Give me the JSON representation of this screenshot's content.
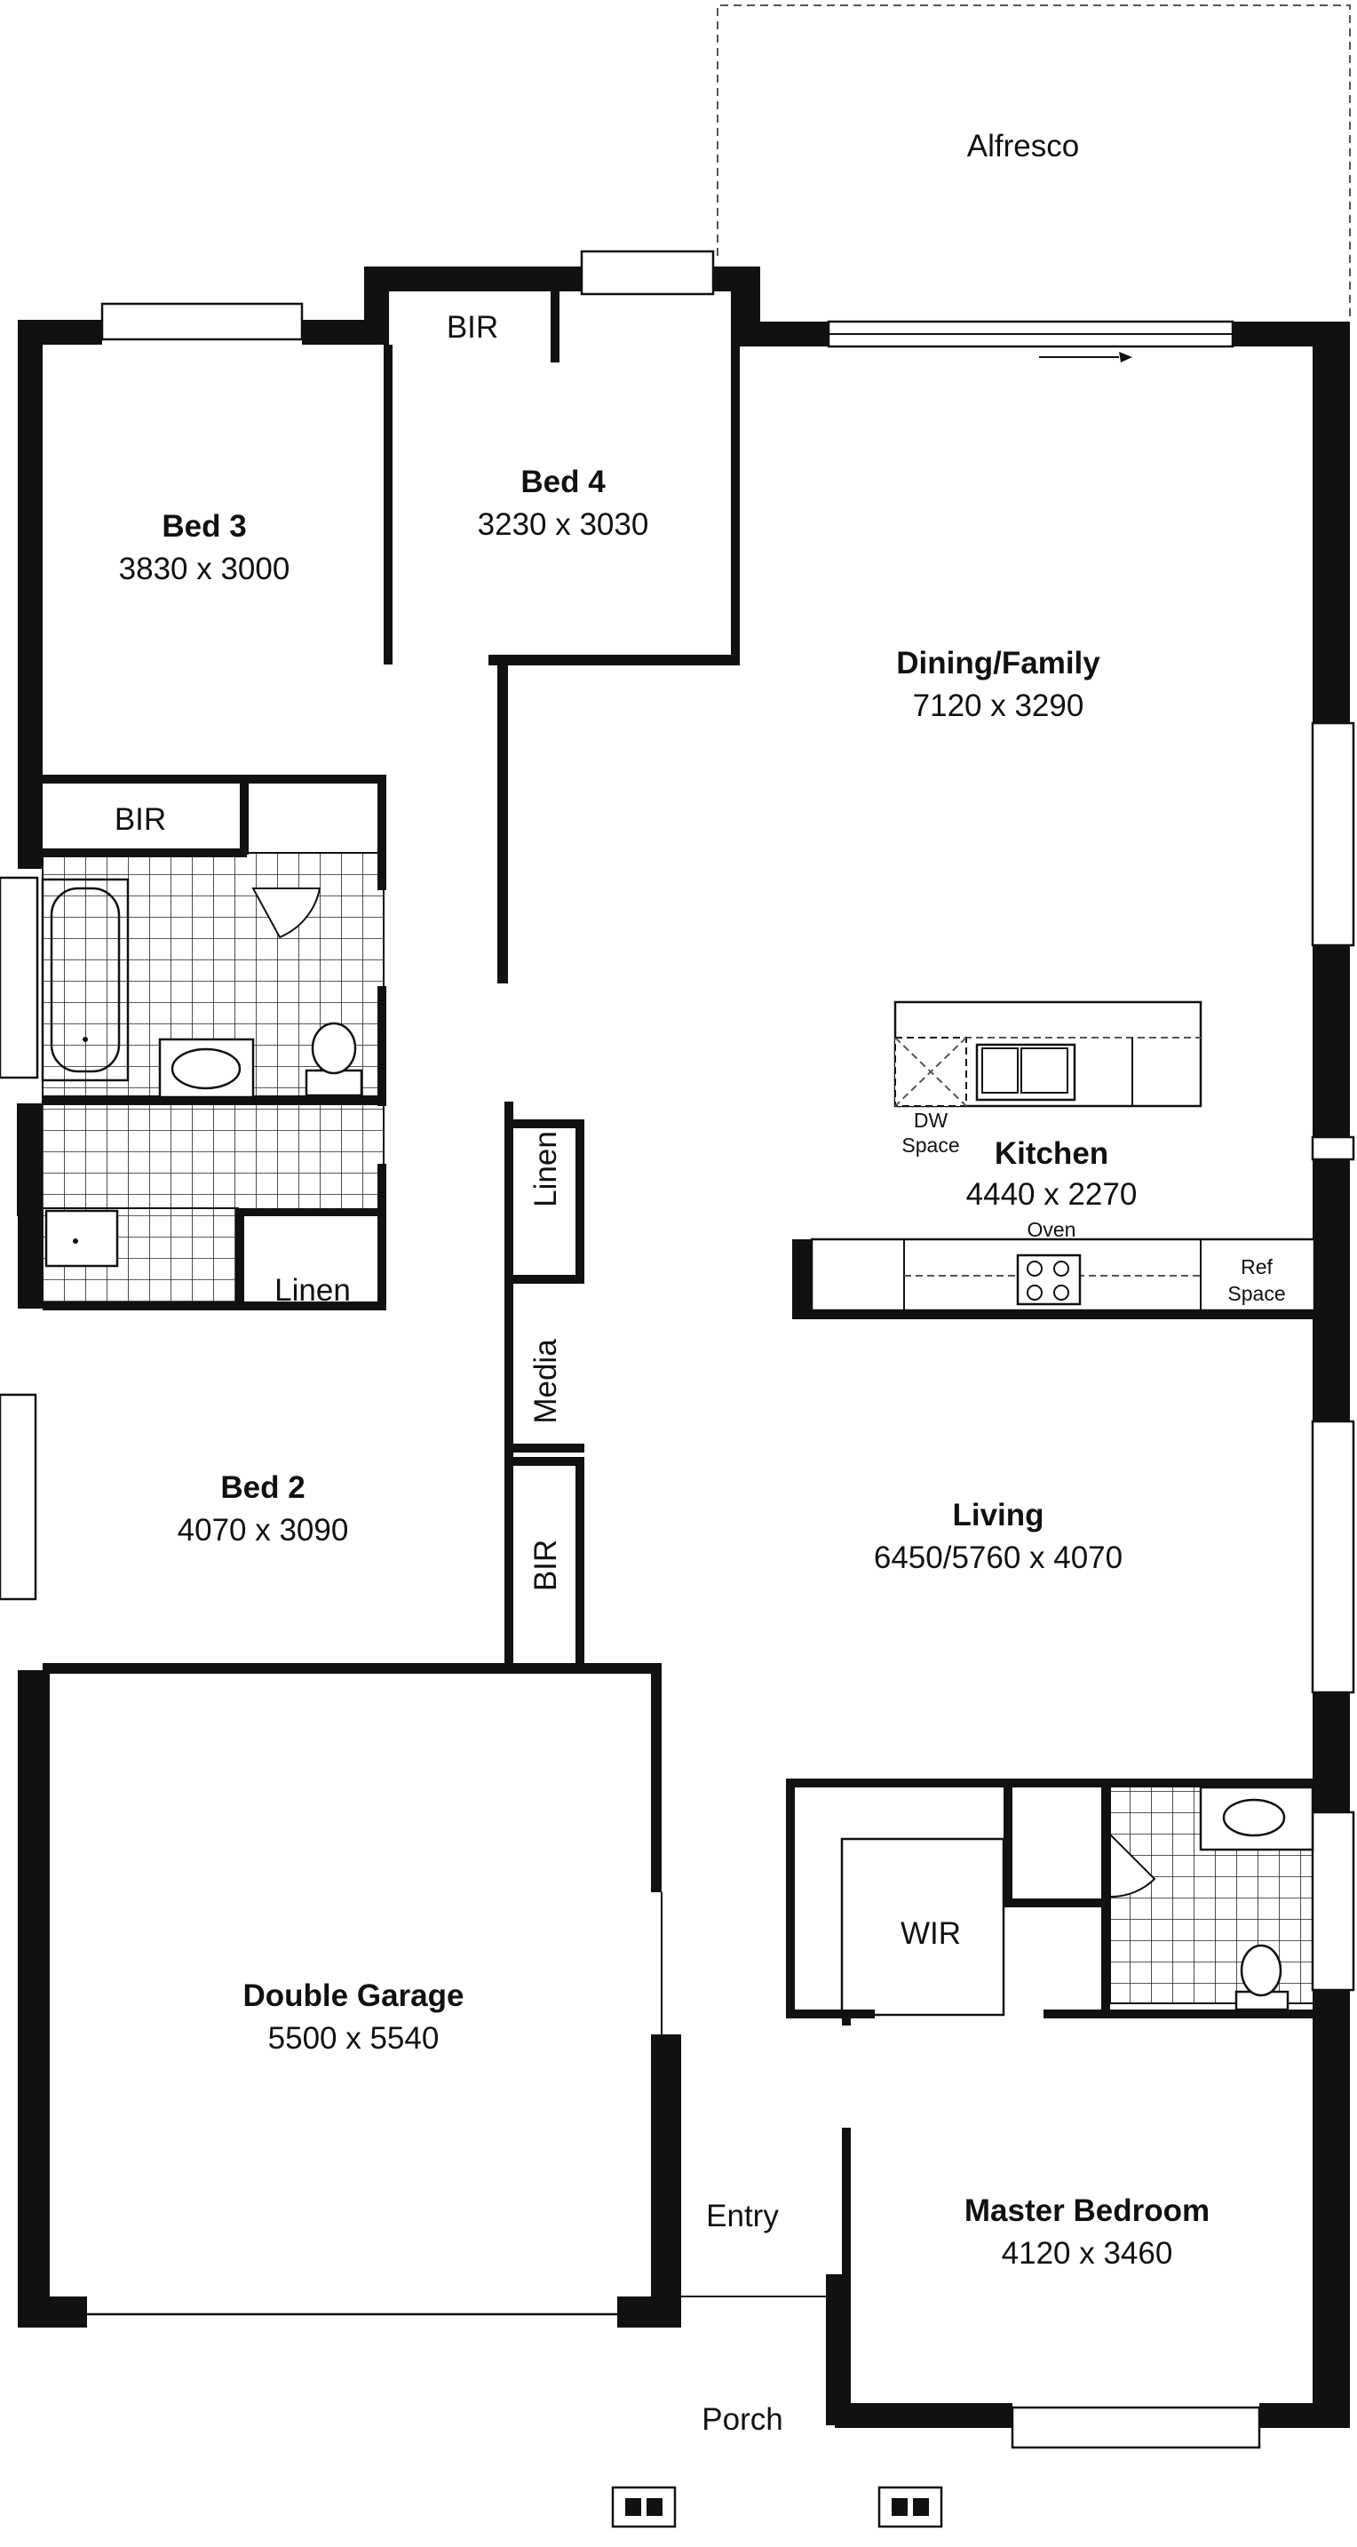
{
  "plan": {
    "alfresco": "Alfresco",
    "bir_top": "BIR",
    "bed3": {
      "name": "Bed 3",
      "dims": "3830 x 3000"
    },
    "bed4": {
      "name": "Bed 4",
      "dims": "3230 x 3030"
    },
    "dining_family": {
      "name": "Dining/Family",
      "dims": "7120 x 3290"
    },
    "bir_mid": "BIR",
    "dw_space_line1": "DW",
    "dw_space_line2": "Space",
    "kitchen": {
      "name": "Kitchen",
      "dims": "4440 x 2270"
    },
    "oven": "Oven",
    "ref_space_line1": "Ref",
    "ref_space_line2": "Space",
    "linen_upper": "Linen",
    "linen_lower": "Linen",
    "media": "Media",
    "bed2": {
      "name": "Bed 2",
      "dims": "4070 x 3090"
    },
    "bir_side": "BIR",
    "living": {
      "name": "Living",
      "dims": "6450/5760 x 4070"
    },
    "wir": "WIR",
    "double_garage": {
      "name": "Double Garage",
      "dims": "5500 x 5540"
    },
    "entry": "Entry",
    "master_bedroom": {
      "name": "Master Bedroom",
      "dims": "4120 x 3460"
    },
    "porch": "Porch"
  }
}
